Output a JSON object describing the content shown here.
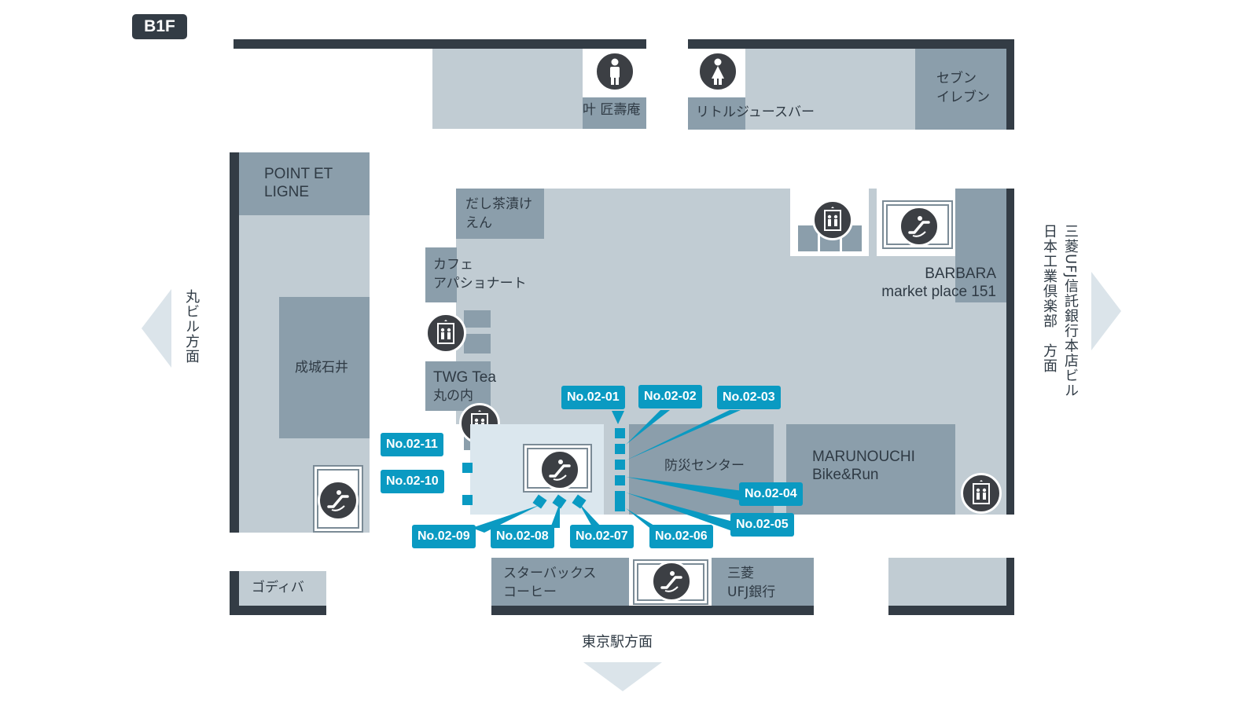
{
  "floor": "B1F",
  "stores": {
    "kano": "叶 匠壽庵",
    "little_juice_bar": "リトルジュースバー",
    "seven_eleven": [
      "セブン",
      "イレブン"
    ],
    "point_et_ligne": [
      "POINT ET",
      "LIGNE"
    ],
    "seijo_ishii": "成城石井",
    "dashi_chazuke": [
      "だし茶漬け",
      "えん"
    ],
    "cafe_apashonato": [
      "カフェ",
      "アパショナート"
    ],
    "twg_tea": [
      "TWG Tea",
      "丸の内"
    ],
    "barbara": [
      "BARBARA",
      "market place 151"
    ],
    "bousai_center": "防災センター",
    "marunouchi_bike_run": [
      "MARUNOUCHI",
      "Bike&Run"
    ],
    "godiva": "ゴディバ",
    "starbucks": [
      "スターバックス",
      "コーヒー"
    ],
    "mufg_bank": [
      "三菱",
      "UFJ銀行"
    ]
  },
  "directions": {
    "left": "丸ビル方面",
    "right_line1": "三菱UFJ信託銀行本店ビル",
    "right_line2": "日本工業倶楽部　方面",
    "bottom": "東京駅方面"
  },
  "spot_tags": {
    "t01": "No.02-01",
    "t02": "No.02-02",
    "t03": "No.02-03",
    "t04": "No.02-04",
    "t05": "No.02-05",
    "t06": "No.02-06",
    "t07": "No.02-07",
    "t08": "No.02-08",
    "t09": "No.02-09",
    "t10": "No.02-10",
    "t11": "No.02-11"
  },
  "icons": {
    "restroom_male": "male-restroom-icon",
    "restroom_female": "female-restroom-icon",
    "elevator": "elevator-icon",
    "escalator": "escalator-icon"
  },
  "colors": {
    "wall": "#333c45",
    "area_light": "#c1ccd3",
    "area_dark": "#8b9eab",
    "area_pale": "#dbe7ee",
    "accent": "#0a9ac2",
    "icon_bg": "#3c3f44"
  }
}
